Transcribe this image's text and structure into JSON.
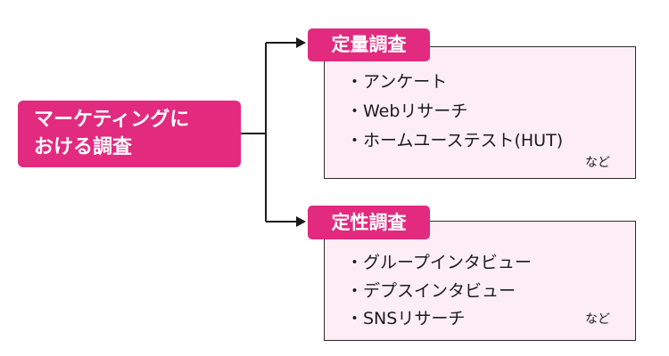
{
  "root": {
    "line1": "マーケティングに",
    "line2": "おける調査"
  },
  "branches": [
    {
      "title": "定量調査",
      "items": [
        "・アンケート",
        "・Webリサーチ",
        "・ホームユーステスト(HUT)"
      ],
      "etc": "など"
    },
    {
      "title": "定性調査",
      "items": [
        "・グループインタビュー",
        "・デプスインタビュー",
        "・SNSリサーチ"
      ],
      "etc": "など"
    }
  ],
  "colors": {
    "accent": "#e22a7f",
    "panel_fill": "#fdeef5",
    "line": "#1a1a1a"
  }
}
